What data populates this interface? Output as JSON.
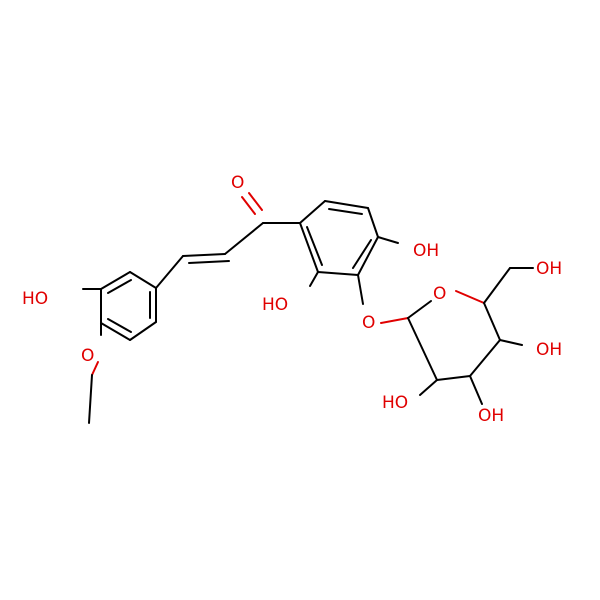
{
  "colors": {
    "bond": "#000000",
    "heteroatom": "#e00000",
    "background": "#ffffff"
  },
  "labels": {
    "carbonyl_o": "O",
    "phenol_oh_left": "HO",
    "methoxy_o": "O",
    "ring_oh_2": "HO",
    "ring_oh_4": "OH",
    "glycosidic_o": "O",
    "pyranose_o": "O",
    "sugar_ch2oh": "OH",
    "sugar_oh_4": "OH",
    "sugar_oh_3": "OH",
    "sugar_oh_2": "HO"
  }
}
